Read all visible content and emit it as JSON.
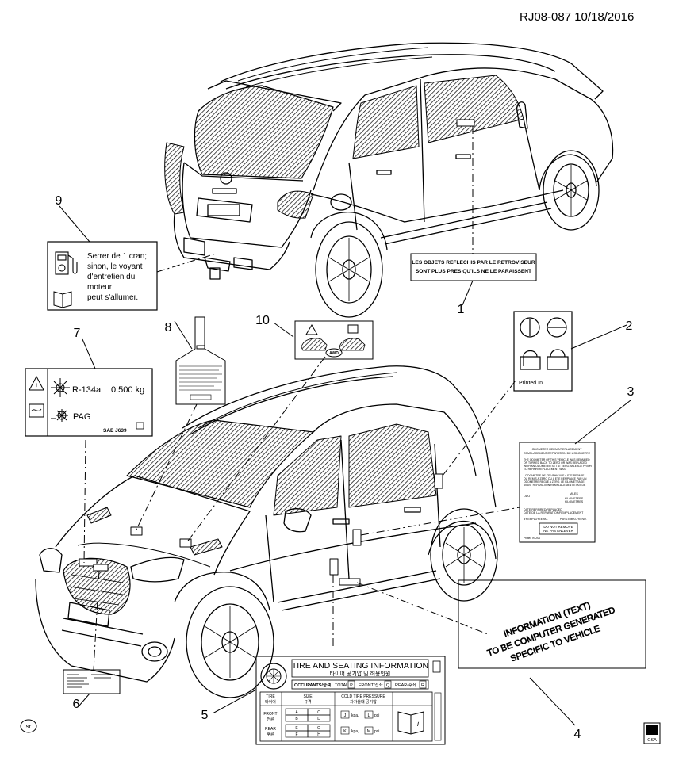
{
  "header": {
    "ref": "RJ08-087  10/18/2016"
  },
  "callouts": [
    "1",
    "2",
    "3",
    "4",
    "5",
    "6",
    "7",
    "8",
    "9",
    "10"
  ],
  "label1": {
    "line1": "LES OBJETS REFLECHIS PAR LE RETROVISEUR",
    "line2": "SONT PLUS PRES QU'ILS NE LE PARAISSENT"
  },
  "label2": {
    "text": "Printed In"
  },
  "label3": {
    "title1": "ODOMETER REPAIR/REPLACEMENT",
    "title2": "REMPLACEMENT/REPARATION DE L'ODOMETRE",
    "p1": "THE ODOMETER OF THIS VEHICLE WAS REPAIRED",
    "p2": "OR TURNED BACK TO ZERO OR WAS REPLACED",
    "p3": "WITH AN ODOMETER SET AT ZERO. MILEAGE PRIOR",
    "p4": "TO REPAIR/REPLACEMENT WAS",
    "p5": "L'ODOMETRE DE CE VEHICULE A ETE REPARE",
    "p6": "OU REMIS A ZERO OU A ETE REMPLACE PAR UN",
    "p7": "ODOMETRE REGLE A ZERO. LE KILOMETRAGE",
    "p8": "AVANT REPARATION/REMPLACEMENT ETAIT DE",
    "odo": "ODO",
    "miles": "MILES",
    "km": "KILOMETERS",
    "km_fr": "KILOMETRES",
    "date1": "DATE REPAIRED/REPLACED",
    "date2": "DATE DE LA REPARATION/REMPLACEMENT",
    "emp1": "BY EMPLOYEE NO.",
    "emp2": "PAR L'EMPLOYE NO.",
    "box1": "DO NOT REMOVE",
    "box2": "NE PAS ENLEVER",
    "printed": "Printed in USA"
  },
  "label4": {
    "line1": "INFORMATION (TEXT)",
    "line2": "TO BE COMPUTER GENERATED",
    "line3": "SPECIFIC TO VEHICLE"
  },
  "label5": {
    "title": "TIRE AND SEATING INFORMATION",
    "korean_title": "타이어 공기압 및 허용인원",
    "occupants": "OCCUPANTS/승객",
    "total": "TOTAL",
    "p": "P",
    "front_occ": "FRONT/전좌",
    "q": "Q",
    "rear_occ": "REAR/후좌",
    "r": "R",
    "tire": "TIRE",
    "tire_k": "타이어",
    "size": "SIZE",
    "size_k": "규격",
    "cold": "COLD TIRE PRESSURE",
    "cold_k": "차가울때 공기압",
    "front": "FRONT",
    "front_k": "전륜",
    "rear": "REAR",
    "rear_k": "후륜",
    "cells": [
      "A",
      "C",
      "B",
      "D",
      "E",
      "G",
      "F",
      "H"
    ],
    "j": "J",
    "l": "L",
    "k": "K",
    "m": "M",
    "kpa": "kpa,",
    "psi": "psi"
  },
  "label7": {
    "refrigerant": "R-134a",
    "amount": "0.500 kg",
    "oil": "PAG",
    "std": "SAE  J639"
  },
  "label9": {
    "lines": [
      "Serrer de 1 cran;",
      "sinon, le voyant",
      "d'entretien du",
      "moteur",
      "peut s'allumer."
    ]
  },
  "label10": {
    "awd": "AWD"
  },
  "footer": {
    "sr": "sr",
    "gm_top": "GM",
    "gm_bottom": "GSA"
  }
}
